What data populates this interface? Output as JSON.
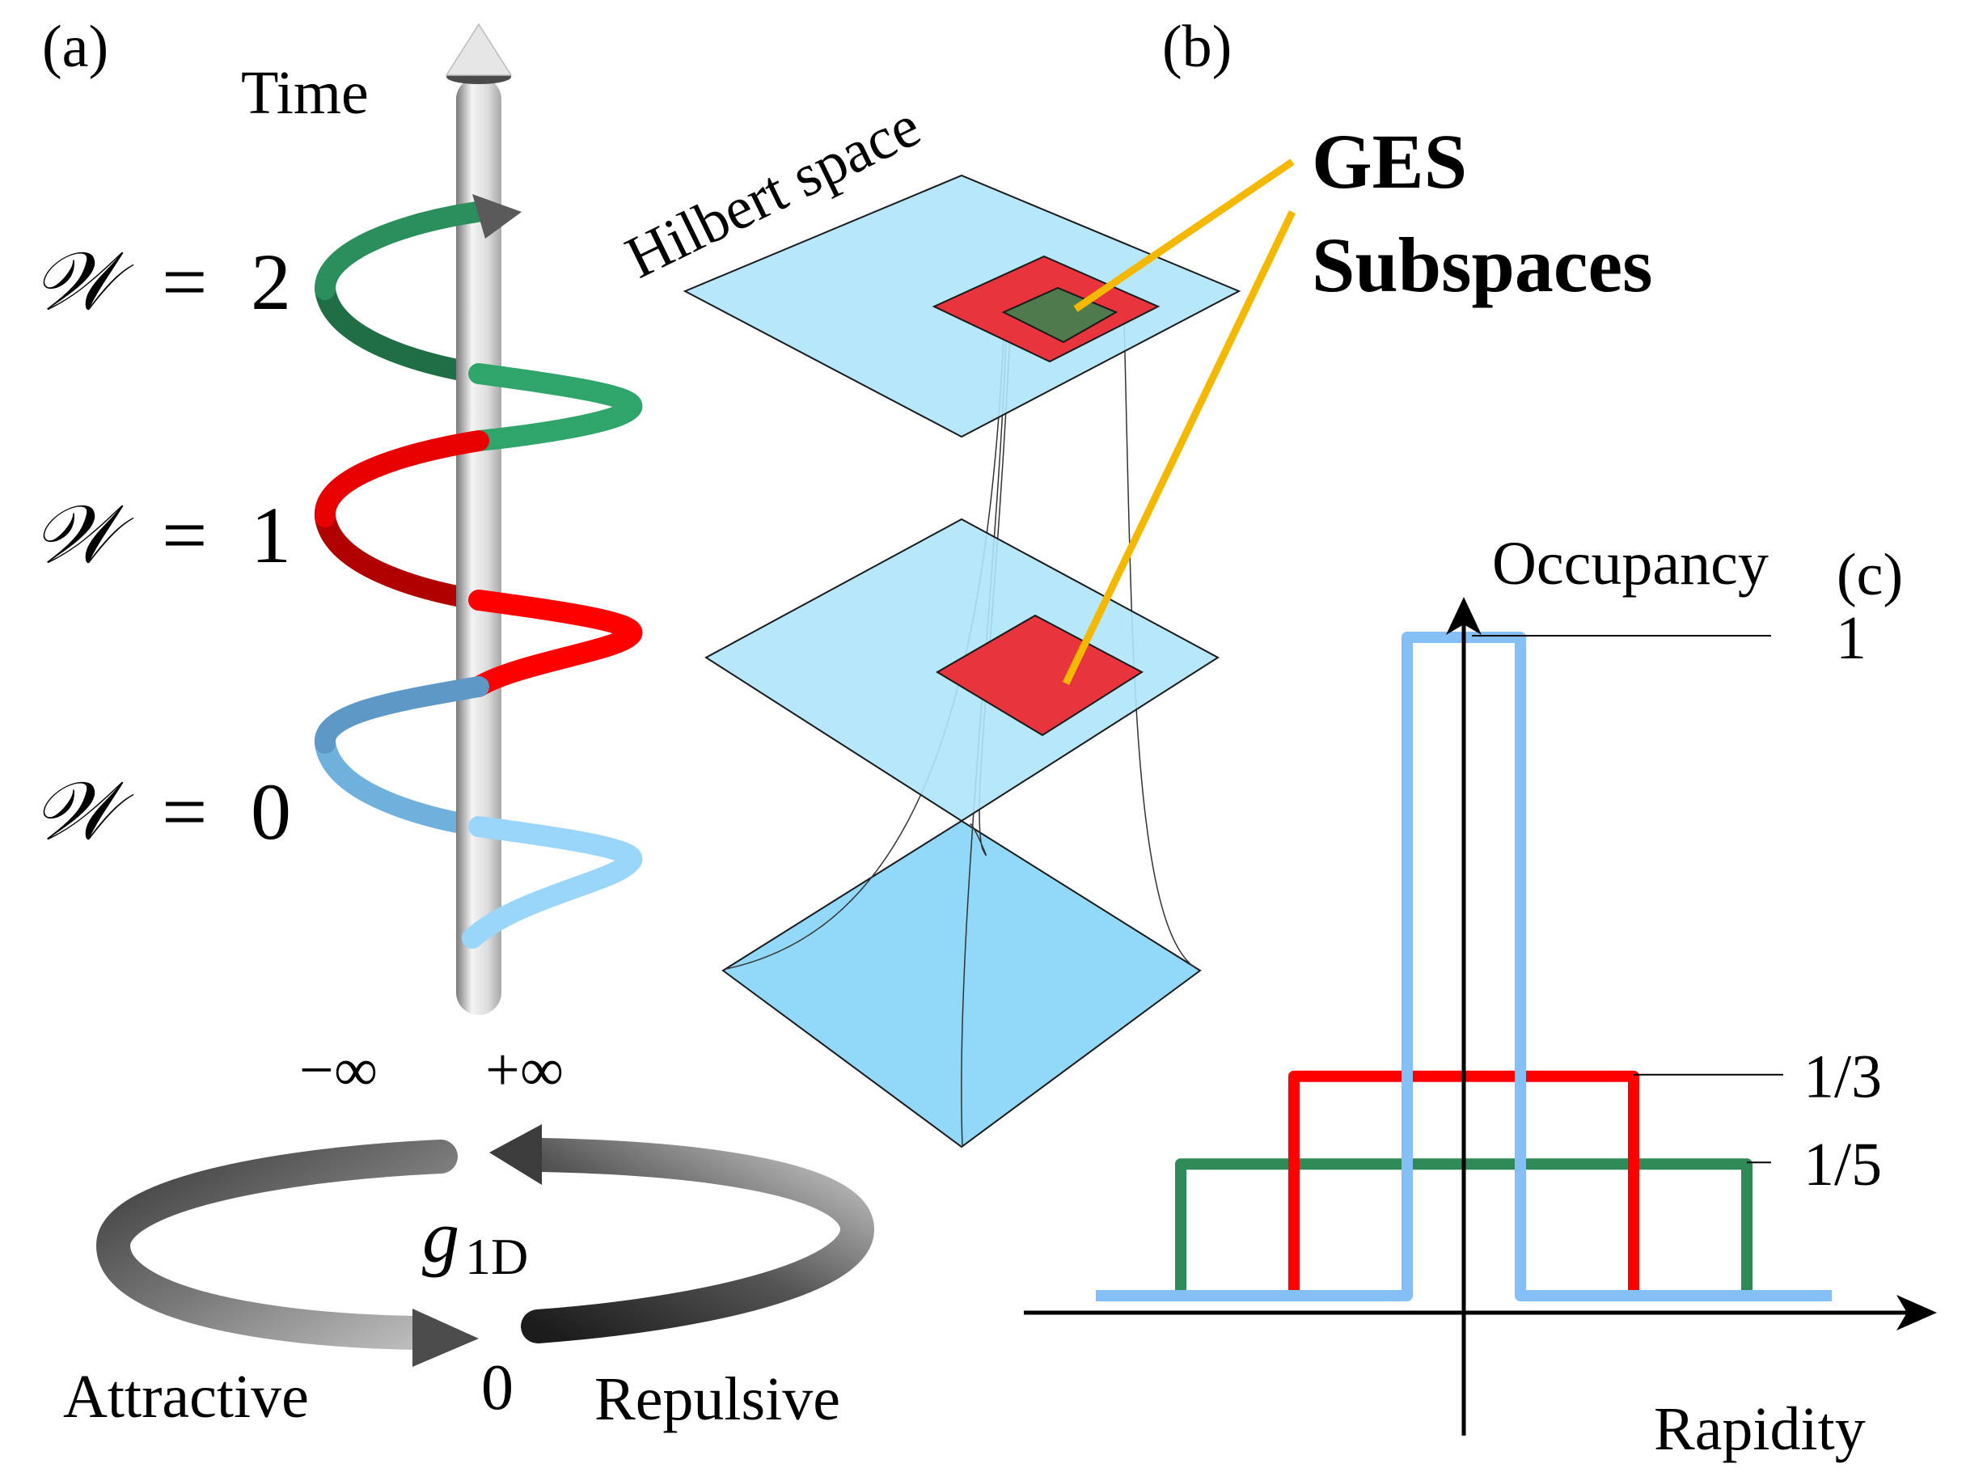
{
  "panel_a": {
    "label": "(a)",
    "axis_label": "Time",
    "winding_labels": [
      {
        "symbol": "𝒲",
        "eq": "=",
        "value": "2",
        "color": "#2e9e68"
      },
      {
        "symbol": "𝒲",
        "eq": "=",
        "value": "1",
        "color": "#ff0000"
      },
      {
        "symbol": "𝒲",
        "eq": "=",
        "value": "0",
        "color": "#8cc8f0"
      }
    ],
    "coupling_limits": {
      "neg_inf": "−∞",
      "pos_inf": "+∞"
    },
    "coupling_symbol": "g",
    "coupling_subscript": "1D",
    "zero_label": "0",
    "attractive_label": "Attractive",
    "repulsive_label": "Repulsive"
  },
  "panel_b": {
    "label": "(b)",
    "plane_label": "Hilbert space",
    "callout_line1": "GES",
    "callout_line2": "Subspaces",
    "colors": {
      "plane": "#aee4fb",
      "plane_bottom": "#92d8f8",
      "subspace_red": "#e8343c",
      "subspace_green": "#4f7a4e",
      "callout": "#f5b800"
    }
  },
  "panel_c": {
    "label": "(c)"
  },
  "chart_data": {
    "type": "line",
    "title": "",
    "xlabel": "Rapidity",
    "ylabel": "Occupancy",
    "xlim": [
      -6.5,
      6.5
    ],
    "ylim": [
      0,
      1
    ],
    "grid": false,
    "legend": "none",
    "tick_labels": [
      "1",
      "1/3",
      "1/5"
    ],
    "series": [
      {
        "name": "W=0",
        "color": "#84c0f5",
        "occupancy": 1,
        "rapidity_range": [
          -1,
          1
        ]
      },
      {
        "name": "W=1",
        "color": "#ff0000",
        "occupancy": 0.3333,
        "rapidity_range": [
          -3,
          3
        ]
      },
      {
        "name": "W=2",
        "color": "#2e8b57",
        "occupancy": 0.2,
        "rapidity_range": [
          -5,
          5
        ]
      }
    ]
  }
}
